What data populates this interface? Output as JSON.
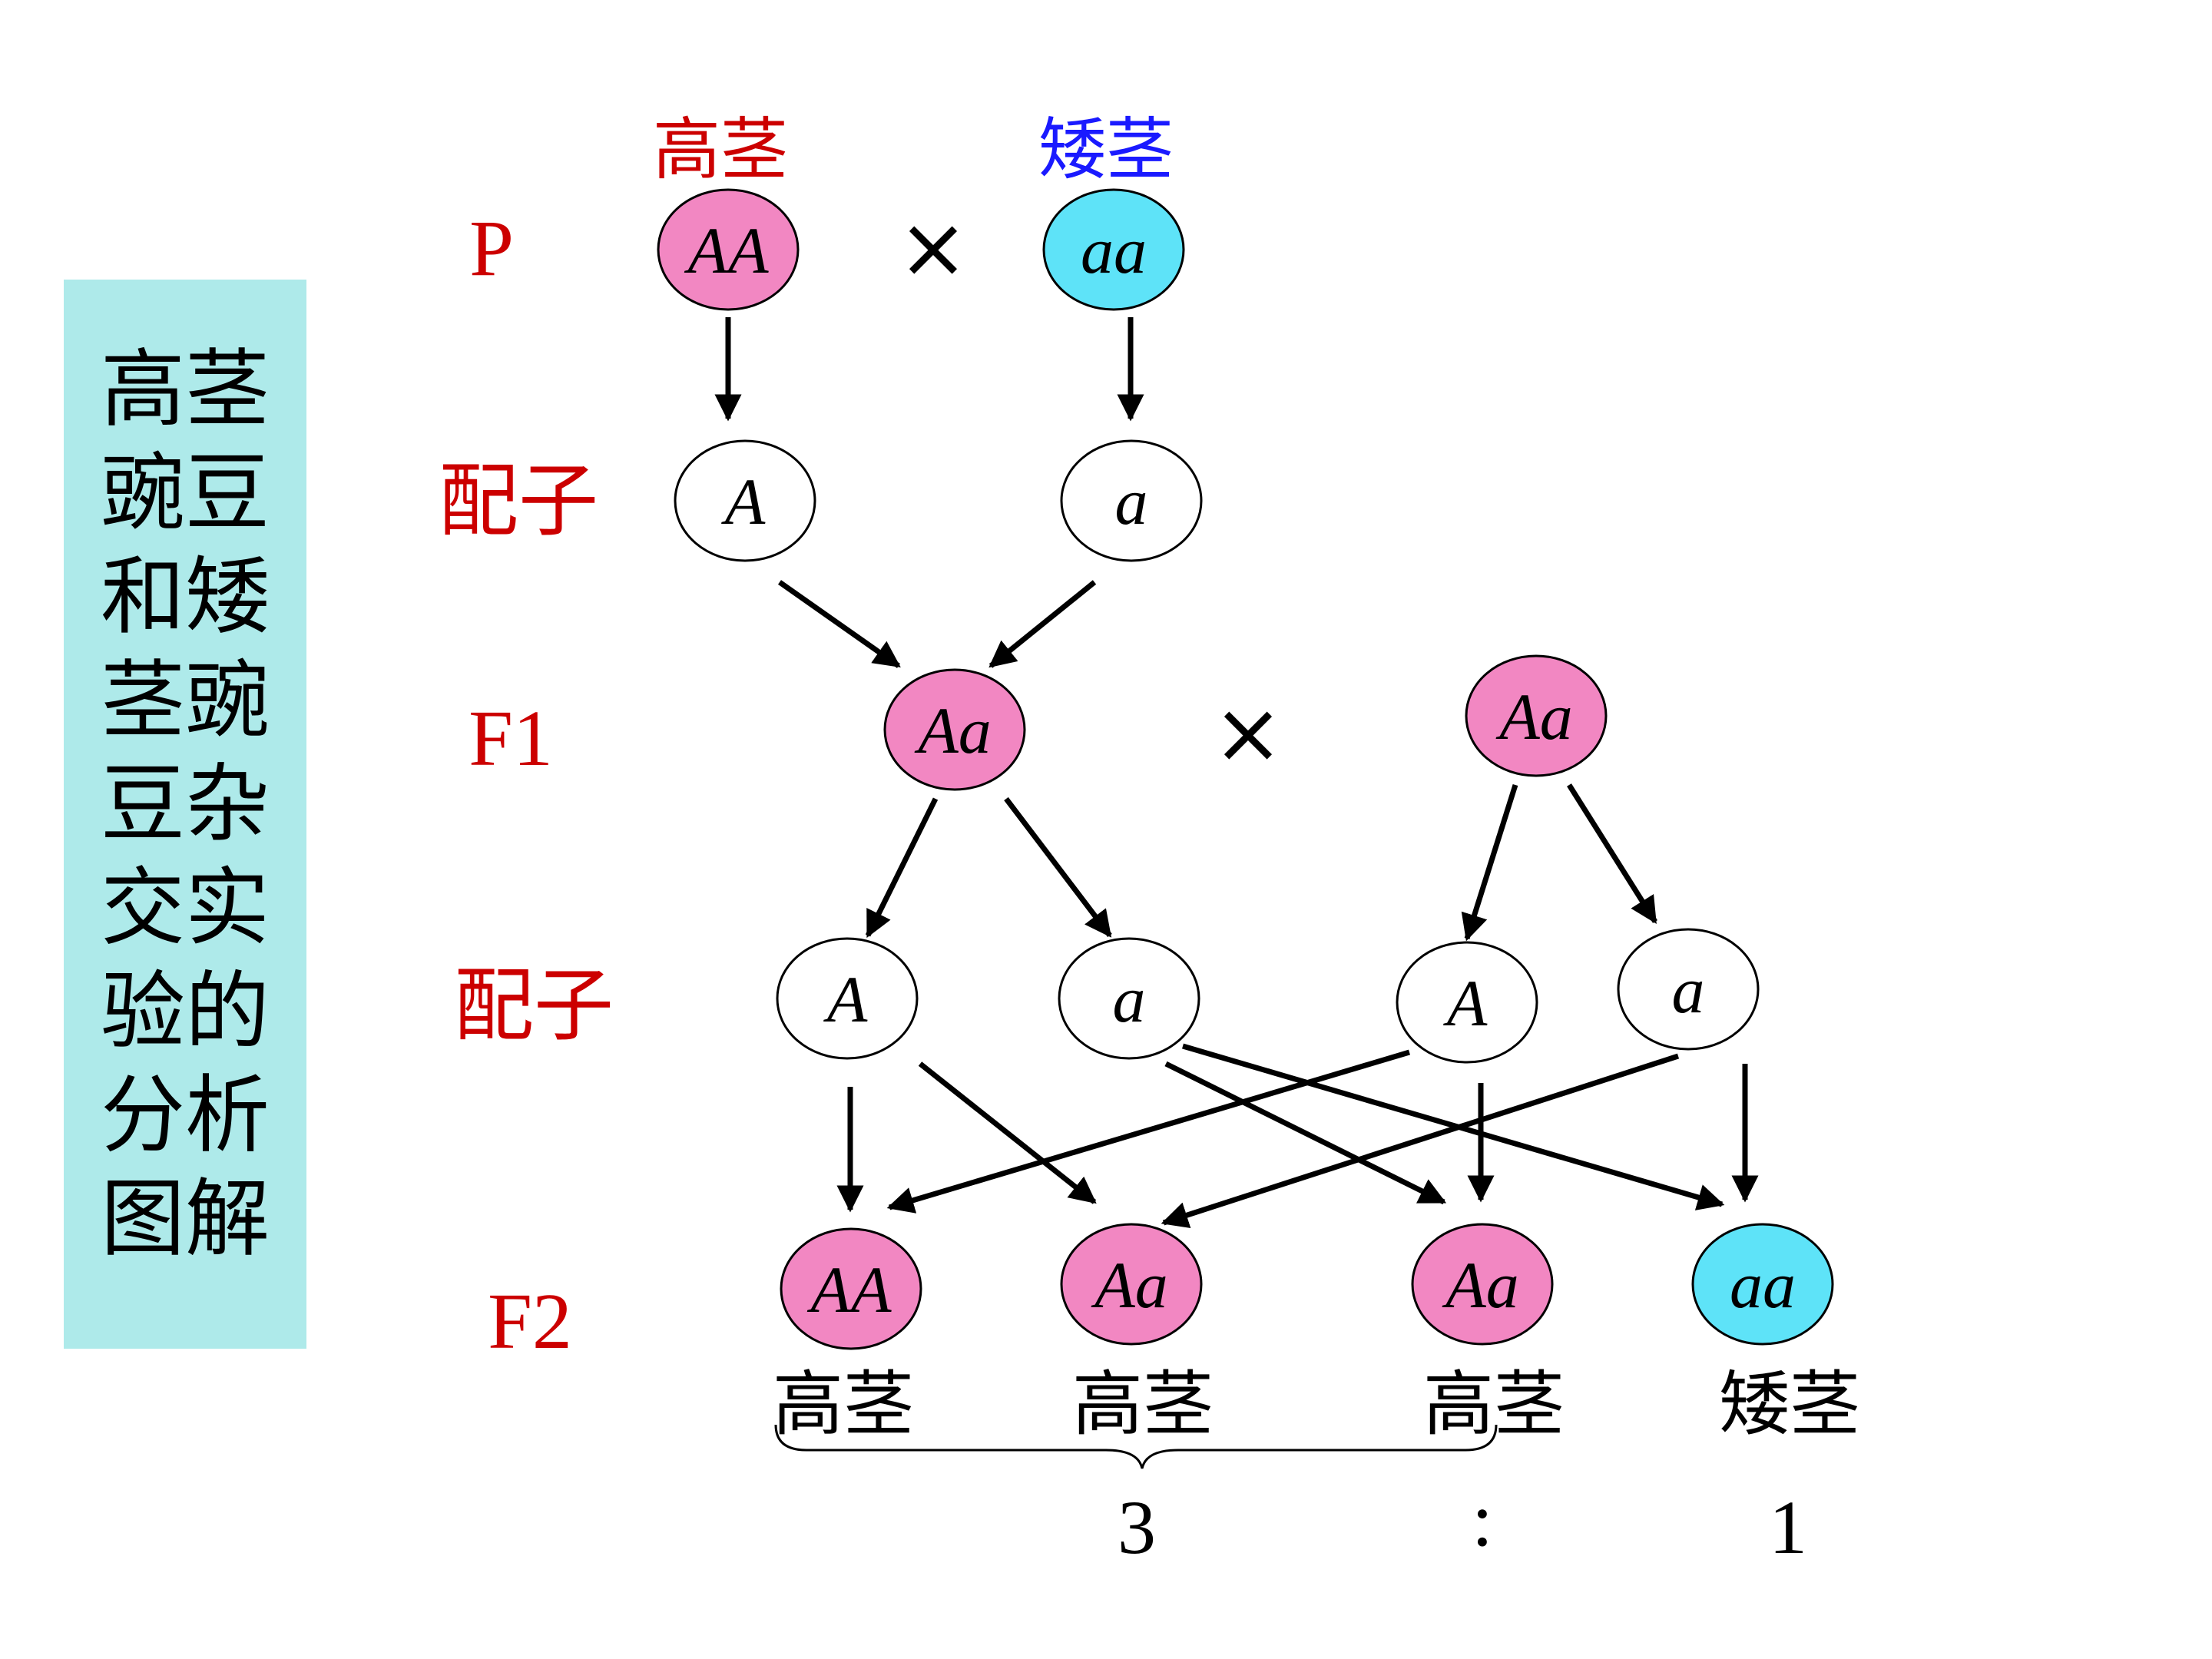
{
  "side_title": "高茎\n豌豆\n和矮\n茎豌\n豆杂\n交实\n验的\n分析\n图解",
  "row_labels": {
    "p": "P",
    "gametes_1": "配子",
    "f1": "F1",
    "gametes_2": "配子",
    "f2": "F2"
  },
  "parents": {
    "tall_label": "高茎",
    "dwarf_label": "矮茎",
    "tall_genotype": "AA",
    "dwarf_genotype": "aa"
  },
  "cross_symbol": "×",
  "gametes_1": [
    "A",
    "a"
  ],
  "f1": {
    "left_genotype": "Aa",
    "right_genotype": "Aa"
  },
  "gametes_2": [
    "A",
    "a",
    "A",
    "a"
  ],
  "f2": {
    "genotypes": [
      "AA",
      "Aa",
      "Aa",
      "aa"
    ],
    "phenotypes": [
      "高茎",
      "高茎",
      "高茎",
      "矮茎"
    ]
  },
  "ratio": {
    "tall": "3",
    "separator": ":",
    "dwarf": "1"
  },
  "colors": {
    "red_text": "#cc0000",
    "blue_text": "#1a1aff",
    "pink_fill": "#f287c2",
    "cyan_fill": "#5ee3f8",
    "panel": "#aeeaea"
  }
}
